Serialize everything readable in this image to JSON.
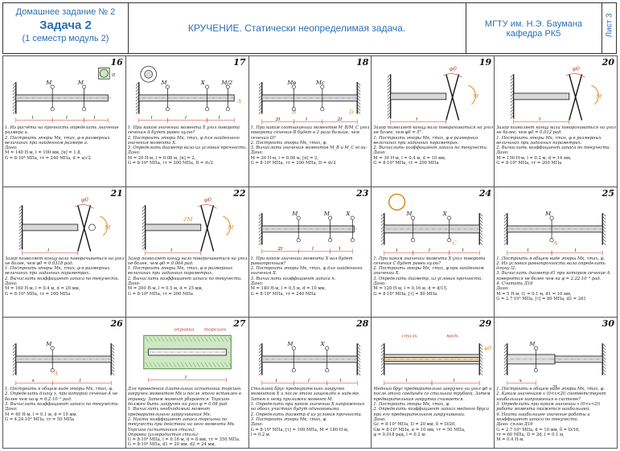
{
  "header": {
    "hw_line": "Домашнее задание № 2",
    "task_line": "Задача 2",
    "semester_line": "(1 семестр модуль 2)",
    "title": "КРУЧЕНИЕ. Статически неопределимая задача.",
    "university": "МГТУ им. Н.Э. Баумана",
    "department": "кафедра РК5",
    "sheet": "Лист 3"
  },
  "cards": [
    {
      "num": "16",
      "lines": [
        "1. Из расчёта на прочность определить значение размера a.",
        "2. Построить эпюры Mк, τmax, φ в размерных величинах при найденном размере a.",
        "Дано:"
      ],
      "data": [
        "M = 140 Н·м,    l = 100 мм,    [n] = 1.8,",
        "G = 8·10⁴ МПа,  τт = 240 МПа,  d = a/√2"
      ]
    },
    {
      "num": "17",
      "lines": [
        "1. При каком значении момента X угол поворота сечения A будет равен нулю?",
        "2. Построить эпюры Mк, τmax, φ для найденного значения момента X.",
        "3. Определить диаметр вала из условия прочности.",
        "Дано:"
      ],
      "data": [
        "M = 20 Н·м,    l = 0.08 м,    [n] = 2,",
        "G = 8·10⁴ МПа,  τт = 200 МПа,  D = d√2"
      ]
    },
    {
      "num": "18",
      "lines": [
        "1. При каком соотношении моментов M_B/M_C угол поворота сечения B будет в 2 раза больше, чем сечения D?",
        "2. Построить эпюры Mк, τmax, φ.",
        "3. Вычислить значения моментов M_B и M_C если:",
        "Дано:"
      ],
      "data": [
        "M = 20 Н·м,    l = 0.08 м,    [n] = 2,",
        "G = 8·10⁴ МПа,  τт = 200 МПа,  D = d√2"
      ]
    },
    {
      "num": "19",
      "lines": [
        "Зазор позволяет концу вала поворачиваться на угол не более, чем φ0 = 5°.",
        "1. Построить эпюры Mк, τmax, φ в размерных величинах при заданных параметрах.",
        "2. Вычислить коэффициент запаса по текучести.",
        "Дано:"
      ],
      "data": [
        "M = 30 Н·м,    l = 0.4 м,    d = 10 мм,",
        "G = 8·10⁴ МПа,  τт = 200 МПа"
      ]
    },
    {
      "num": "20",
      "lines": [
        "Зазор позволяет концу вала поворачиваться на угол не более, чем φ0 = 0.012 рад.",
        "1. Построить эпюры Mк, τmax, φ в размерных величинах при заданных параметрах.",
        "2. Вычислить коэффициент запаса по текучести.",
        "Дано:"
      ],
      "data": [
        "M = 150 Н·м,   l = 0.2 м,    d = 14 мм,",
        "G = 8·10⁴ МПа,  τт = 200 МПа"
      ]
    },
    {
      "num": "21",
      "lines": [
        "Зазор позволяет концу вала поворачиваться на угол не более, чем φ0 = 0.0318 рад.",
        "1. Построить эпюры Mк, τmax, φ в размерных величинах при заданных параметрах.",
        "2. Вычислить коэффициент запаса по текучести.",
        "Дано:"
      ],
      "data": [
        "M = 160 Н·м,   l = 0.4 м,    d = 20 мм,",
        "G = 8·10⁴ МПа,  τт = 160 МПа"
      ]
    },
    {
      "num": "22",
      "lines": [
        "Зазор позволяет концу вала поворачиваться на угол не более, чем φ0 = 0.064 рад.",
        "1. Построить эпюры Mк, τmax, φ в размерных величинах при заданных параметрах.",
        "2. Вычислить коэффициент запаса по текучести.",
        "Дано:"
      ],
      "data": [
        "M = 200 Н·м,   l = 0.5 м,    d = 25 мм,",
        "G = 8·10⁴ МПа,  τт = 200 МПа"
      ]
    },
    {
      "num": "23",
      "lines": [
        "1. При каком значении момента X вал будет равнопрочным?",
        "2. Построить эпюры Mк, τmax, φ для найденного значения X.",
        "3. Вычислить коэффициент запаса n.",
        "Дано:"
      ],
      "data": [
        "M = 140 Н·м,   l = 0.5 м,    d = 10 мм,",
        "G = 8·10⁴ МПа,  τт = 240 МПа"
      ]
    },
    {
      "num": "24",
      "lines": [
        "1. При каком значении момента X угол поворота сечения C будет равен нулю?",
        "2. Построить эпюры Mк, τmax, φ при найденном значении X.",
        "3. Определить диаметр, из условия прочности.",
        "Дано:"
      ],
      "data": [
        "M = 120 Н·м,   l = 0.16 м,   d = d/15,",
        "G = 8·10⁴ МПа,  [τ] = 80 МПа"
      ]
    },
    {
      "num": "25",
      "lines": [
        "1. Построить в общем виде эпюры Mк, τmax, φ.",
        "2. Из условия равнопрочности вала определить длину l2.",
        "3. Вычислить диаметр d1 при котором сечение A повернётся не более чем на φ = 2.22·10⁻³ рад.",
        "4. Считать Д16",
        "Дано:"
      ],
      "data": [
        "M = 5 Н·м,    l1 = 0.1 м,    d1 = 10 мм,",
        "G = 2.7·10⁴ МПа, [τ] = 80 МПа,  d2 = 2d1"
      ]
    },
    {
      "num": "26",
      "lines": [
        "1. Построить в общем виде эпюры Mк, τmax, φ.",
        "2. Определить длину x, при которой сечение A не более чем на φ = 6.2·10⁻³ рад.",
        "3. Вычислить коэффициент запаса по текучести.",
        "Дано:"
      ],
      "data": [
        "M = 40 Н·м,    l = 0.1 м,    d = 10 мм,",
        "G = 4.24·10⁴ МПа,  τт = 50 МПа"
      ]
    },
    {
      "num": "27",
      "lines": [
        "Для проведения длительных испытаний торсион закручен моментом Mк и после этого вставлен в оправку. Затем момент убирается. Торсион должен быть закручен на угол φ = 0.08 рад.",
        "1. Вычислить необходимый момент предварительного закручивания Mк.",
        "2. Найти коэффициент запаса торсиона по текучести при действии на него момента Mк.",
        "Торсион (испытанная сталь):",
        "Оправка (углеродистая сталь):"
      ],
      "data": [
        "G = 8·10⁴ МПа, l = 0.16 м, d = 8 мм, τт = 350 МПа.",
        "G = 8·10⁴ МПа, d1 = 20 мм, d2 = 24 мм."
      ]
    },
    {
      "num": "28",
      "lines": [
        "Стальной брус предварительно закручен моментом X и после этого защемлён в заделке. Затем к нему приложен момент M.",
        "1. Определить при каком значении X напряжения на обоих участках будут одинаковыми.",
        "2. Определить диаметр d из условия прочности.",
        "3. Построить эпюры Mк, τmax, φ.",
        "Дано:"
      ],
      "data": [
        "G = 8·10⁴ МПа,  [τ] = 100 МПа,  M = 180 Н·м,",
        "l = 0.2 м."
      ]
    },
    {
      "num": "29",
      "lines": [
        "Медный брус предварительно закручен на угол φ0 и после этого соединён со стальной трубкой. Затем предварительная закрутка снимается.",
        "1. Построить эпюры Mк, τmax, φ.",
        "2. Определить коэффициент запаса медного бруса при его предварительном закручивании.",
        "Дано:"
      ],
      "data": [
        "Gс = 8·10⁴ МПа,  D = 20 мм,   δ = D/20,",
        "Gм = 8·10⁴ МПа,  α = 10 мм,   τт = 50 МПа,",
        "φ = 0.018 рад,   l = 0.2 м."
      ]
    },
    {
      "num": "30",
      "lines": [
        "1. Построить в общем виде эпюры Mк, τmax, φ.",
        "2. Каким значениям x (0<x<2l) соответствуют наибольшие напряжения в системе?",
        "3. Определить при каком значении x (0<x<2l) работа момента окажется наибольшей.",
        "4. Найти наибольшее значение работы и коэффициент запаса по текучести.",
        "Дано: сплав Д16"
      ],
      "data": [
        "G = 2.7·10⁴ МПа,  d = 10 мм,   δ = D/16,",
        "τт = 60 МПа,     D = 2d,     l = 0.1 м,",
        "M = 0.4 Н·м."
      ]
    }
  ],
  "labels": {
    "M": "M",
    "X": "X",
    "A": "A",
    "B": "B",
    "C": "C",
    "D": "D",
    "l": "l",
    "two_l": "2l",
    "half_M": "M/2",
    "phi0": "φ0",
    "two_M": "2M",
    "MB": "Mв",
    "MC": "Mс",
    "d": "d",
    "a": "a",
    "x": "x",
    "optavka": "оправка",
    "torsion": "торсион",
    "stal": "сталь",
    "med": "медь"
  },
  "colors": {
    "accent": "#2c6fb5",
    "shaft_fill": "#d9d9d9",
    "hatch": "#333333",
    "orange": "#e08a1e",
    "red_dim": "#c0392b",
    "green_hatch": "#4f8a3a",
    "bracket_fill": "#cfe8c4"
  }
}
